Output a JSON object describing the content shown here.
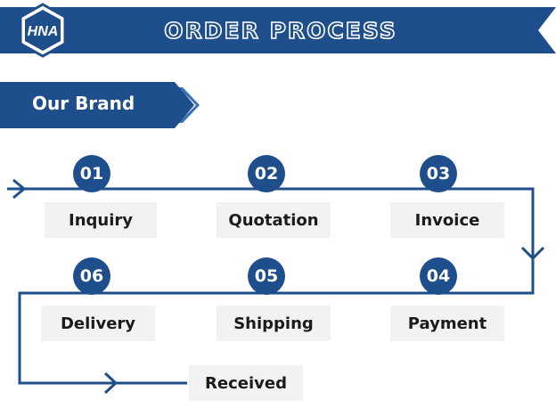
{
  "header": {
    "logo_text": "HNA",
    "title": "ORDER PROCESS"
  },
  "brand": {
    "label": "Our Brand"
  },
  "steps": [
    {
      "number": "01",
      "label": "Inquiry"
    },
    {
      "number": "02",
      "label": "Quotation"
    },
    {
      "number": "03",
      "label": "Invoice"
    },
    {
      "number": "04",
      "label": "Payment"
    },
    {
      "number": "05",
      "label": "Shipping"
    },
    {
      "number": "06",
      "label": "Delivery"
    }
  ],
  "final_step": {
    "label": "Received"
  },
  "colors": {
    "primary": "#1f4e8c",
    "accent": "#3a72b5",
    "label_bg": "#f2f2f2"
  }
}
